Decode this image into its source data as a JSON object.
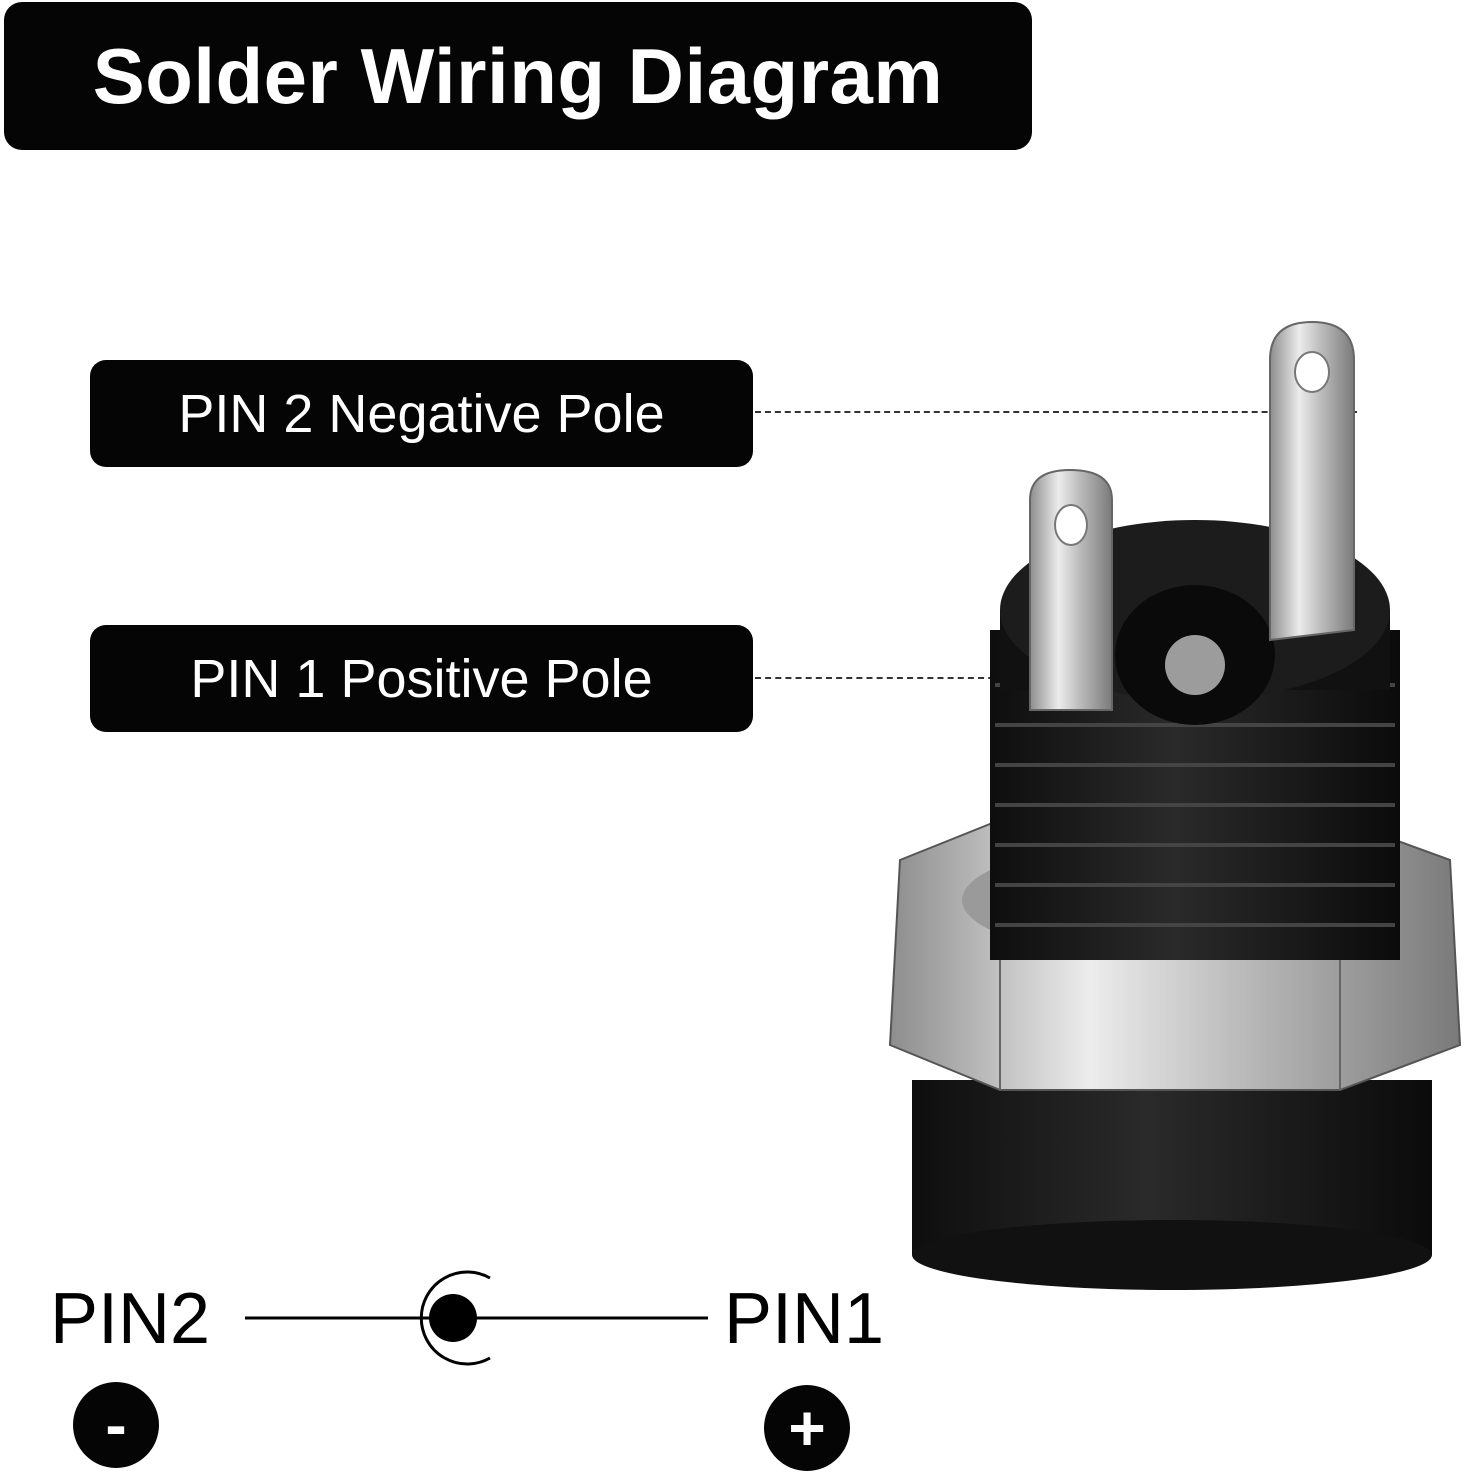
{
  "title": "Solder Wiring Diagram",
  "labels": {
    "pin2": "PIN 2 Negative Pole",
    "pin1": "PIN 1 Positive Pole"
  },
  "schematic": {
    "left_label": "PIN2",
    "right_label": "PIN1",
    "left_sign": "-",
    "right_sign": "+"
  },
  "colors": {
    "label_background": "#050505",
    "label_text": "#ffffff",
    "jack_body": "#1a1a1a",
    "metal": "#c8c8c8"
  }
}
